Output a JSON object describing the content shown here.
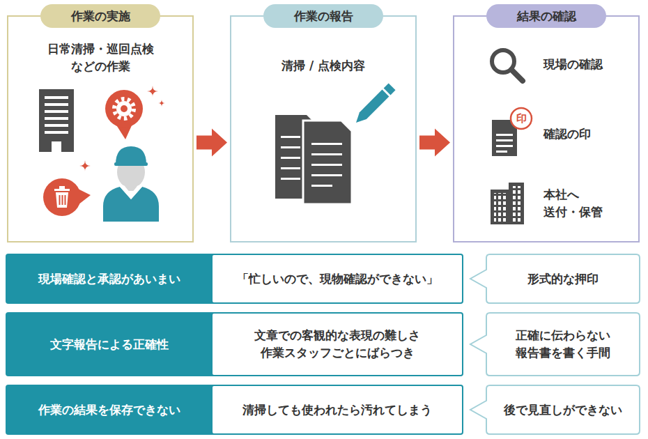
{
  "diagram": {
    "nodes": [
      {
        "text": [
          "作業の実施",
          "日常清掃・巡回点検 などの作業"
        ]
      },
      {
        "text": [
          "作業の報告",
          "清掃 / 点検内容"
        ]
      },
      {
        "text": [
          "結果の確認",
          "現場の確認",
          "確認の印",
          "本社へ 送付・保管"
        ]
      },
      {
        "text": [
          "現場確認と承認があいまい"
        ]
      },
      {
        "text": [
          "「忙しいので、現物確認ができない」"
        ],
        "in": 3
      },
      {
        "text": [
          "形式的な押印"
        ]
      },
      {
        "text": [
          "文字報告による正確性"
        ]
      },
      {
        "text": [
          "文章での客観的な表現の難しさ 作業スタッフごとにばらつき"
        ],
        "in": 6
      },
      {
        "text": [
          "正確に伝わらない 報告書を書く手間"
        ]
      },
      {
        "text": [
          "作業の結果を保存できない"
        ]
      },
      {
        "text": [
          "清掃しても使われたら汚れてしまう"
        ],
        "in": 9
      },
      {
        "text": [
          "後で見直しができない"
        ]
      }
    ],
    "edges": [
      {
        "from": 0,
        "to": 1,
        "arrow": "to"
      },
      {
        "from": 1,
        "to": 2,
        "arrow": "to"
      }
    ],
    "labels": [
      "印"
    ]
  }
}
